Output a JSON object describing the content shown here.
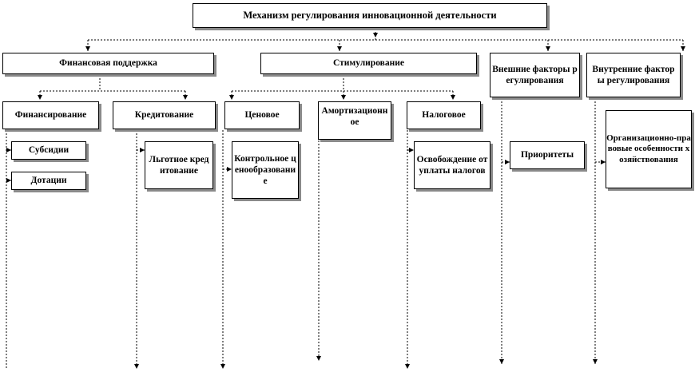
{
  "diagram": {
    "title": "Механизм регулирования инновационной деятельности",
    "level1": {
      "financial": "Финансовая поддержка",
      "stimulation": "Стимулирование",
      "external": "Внешние факторы регулирования",
      "internal": "Внутренние факторы регулирования"
    },
    "level2": {
      "financing": "Финансирование",
      "crediting": "Кредитование",
      "price": "Ценовое",
      "amortization": "Амортизационное",
      "tax": "Налоговое"
    },
    "level3": {
      "subsidies": "Субсидии",
      "grants": "Дотации",
      "preferential_credit": "Льготное кредитование",
      "price_control": "Контрольное ценообразование",
      "tax_exemption": "Освобождение от уплаты налогов",
      "priorities": "Приоритеты",
      "legal_features": "Организационно-правовые особенности хозяйствования"
    }
  },
  "colors": {
    "line": "#000000",
    "shadow": "#8a8a8a",
    "background": "#ffffff"
  }
}
